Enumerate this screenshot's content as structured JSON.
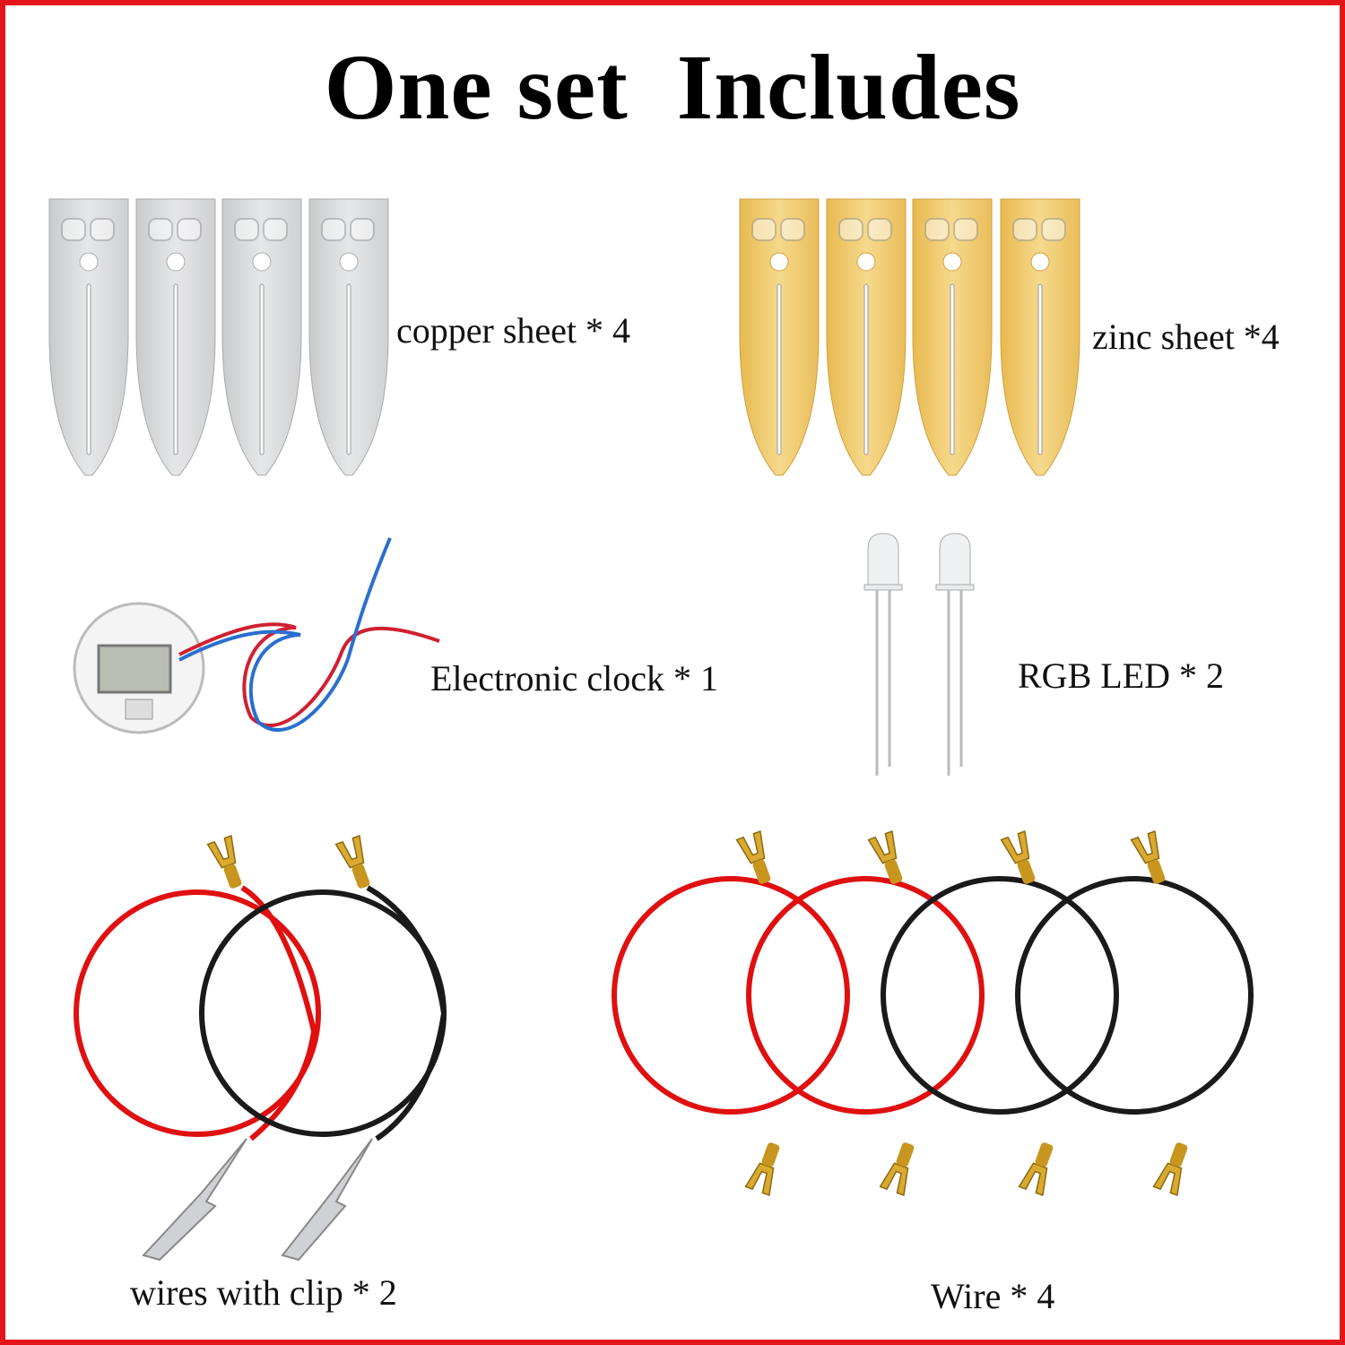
{
  "title": "One set  Includes",
  "items": [
    {
      "label": "copper sheet * 4"
    },
    {
      "label": "zinc sheet *4"
    },
    {
      "label": "Electronic clock * 1"
    },
    {
      "label": "RGB LED * 2"
    },
    {
      "label": "wires with clip * 2"
    },
    {
      "label": "Wire * 4"
    }
  ],
  "colors": {
    "border": "#e4141b",
    "silver": "#d9dadc",
    "gold": "#efc768",
    "red_wire": "#e01010",
    "black_wire": "#1a1a1a"
  }
}
